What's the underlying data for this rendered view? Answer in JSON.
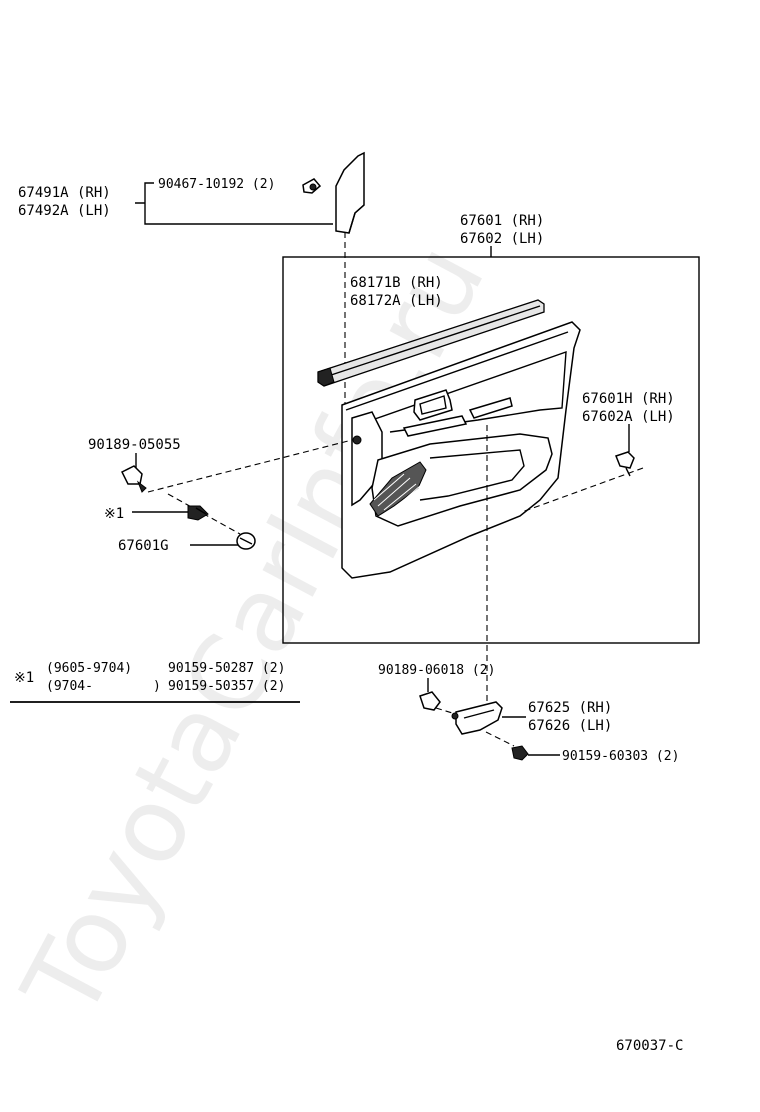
{
  "watermark": "ToyotaCarInfo.ru",
  "labels": {
    "visor_rh": "67491A (RH)",
    "visor_lh": "67492A (LH)",
    "visor_screw": "90467-10192 (2)",
    "panel_rh": "67601 (RH)",
    "panel_lh": "67602 (LH)",
    "weatherstrip_rh": "68171B (RH)",
    "weatherstrip_lh": "68172A (LH)",
    "board_rh": "67601H (RH)",
    "board_lh": "67602A (LH)",
    "clip_left": "90189-05055",
    "note_ref": "※1",
    "cap": "67601G",
    "clip_bottom": "90189-06018 (2)",
    "pull_rh": "67625 (RH)",
    "pull_lh": "67626 (LH)",
    "pull_screw": "90159-60303 (2)",
    "diagram_code": "670037-C"
  },
  "footnote": {
    "mark": "※1",
    "rows": [
      {
        "range_open": "(9605-9704)",
        "range_close": "",
        "part": "90159-50287 (2)"
      },
      {
        "range_open": "(9704-",
        "range_close": ")",
        "part": "90159-50357 (2)"
      }
    ]
  }
}
